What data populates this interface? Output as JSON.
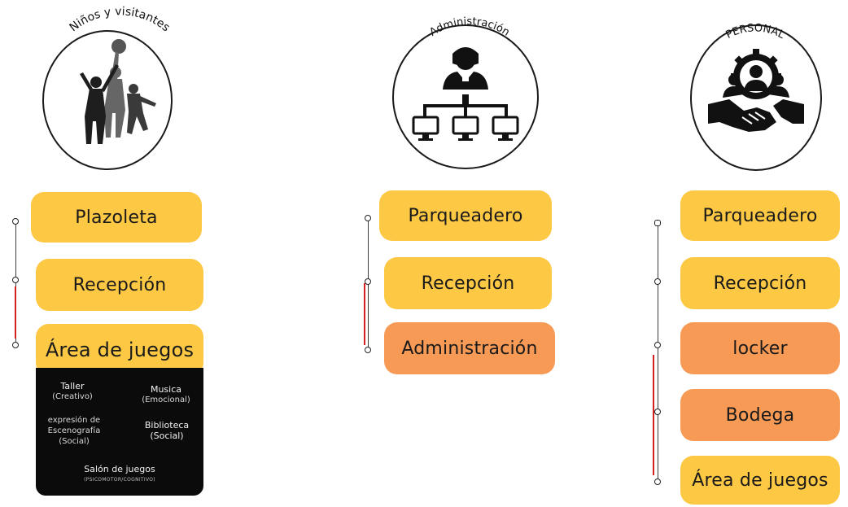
{
  "columns": [
    {
      "title": "Niños y visitantes",
      "boxes": [
        "Plazoleta",
        "Recepción",
        "Área de juegos"
      ],
      "activities": {
        "taller": [
          "Taller",
          "(Creativo)"
        ],
        "musica": [
          "Musica",
          "(Emocional)"
        ],
        "expresion": [
          "expresión de",
          "Escenografía",
          "(Social)"
        ],
        "biblioteca": [
          "Biblioteca",
          "(Social)"
        ],
        "salon": [
          "Salón de juegos",
          "(PSICOMOTOR/COGNITIVO)"
        ]
      }
    },
    {
      "title": "Administración",
      "boxes": [
        "Parqueadero",
        "Recepción",
        "Administración"
      ]
    },
    {
      "title": "PERSONAL",
      "boxes": [
        "Parqueadero",
        "Recepción",
        "locker",
        "Bodega",
        "Área de juegos"
      ]
    }
  ],
  "colors": {
    "yellow": "#fdc844",
    "orange": "#f79a55",
    "dark_panel": "#0b0b0b",
    "highlight_line": "#d42020"
  },
  "icons": [
    "children-playing-icon",
    "org-chart-network-icon",
    "team-handshake-icon"
  ]
}
